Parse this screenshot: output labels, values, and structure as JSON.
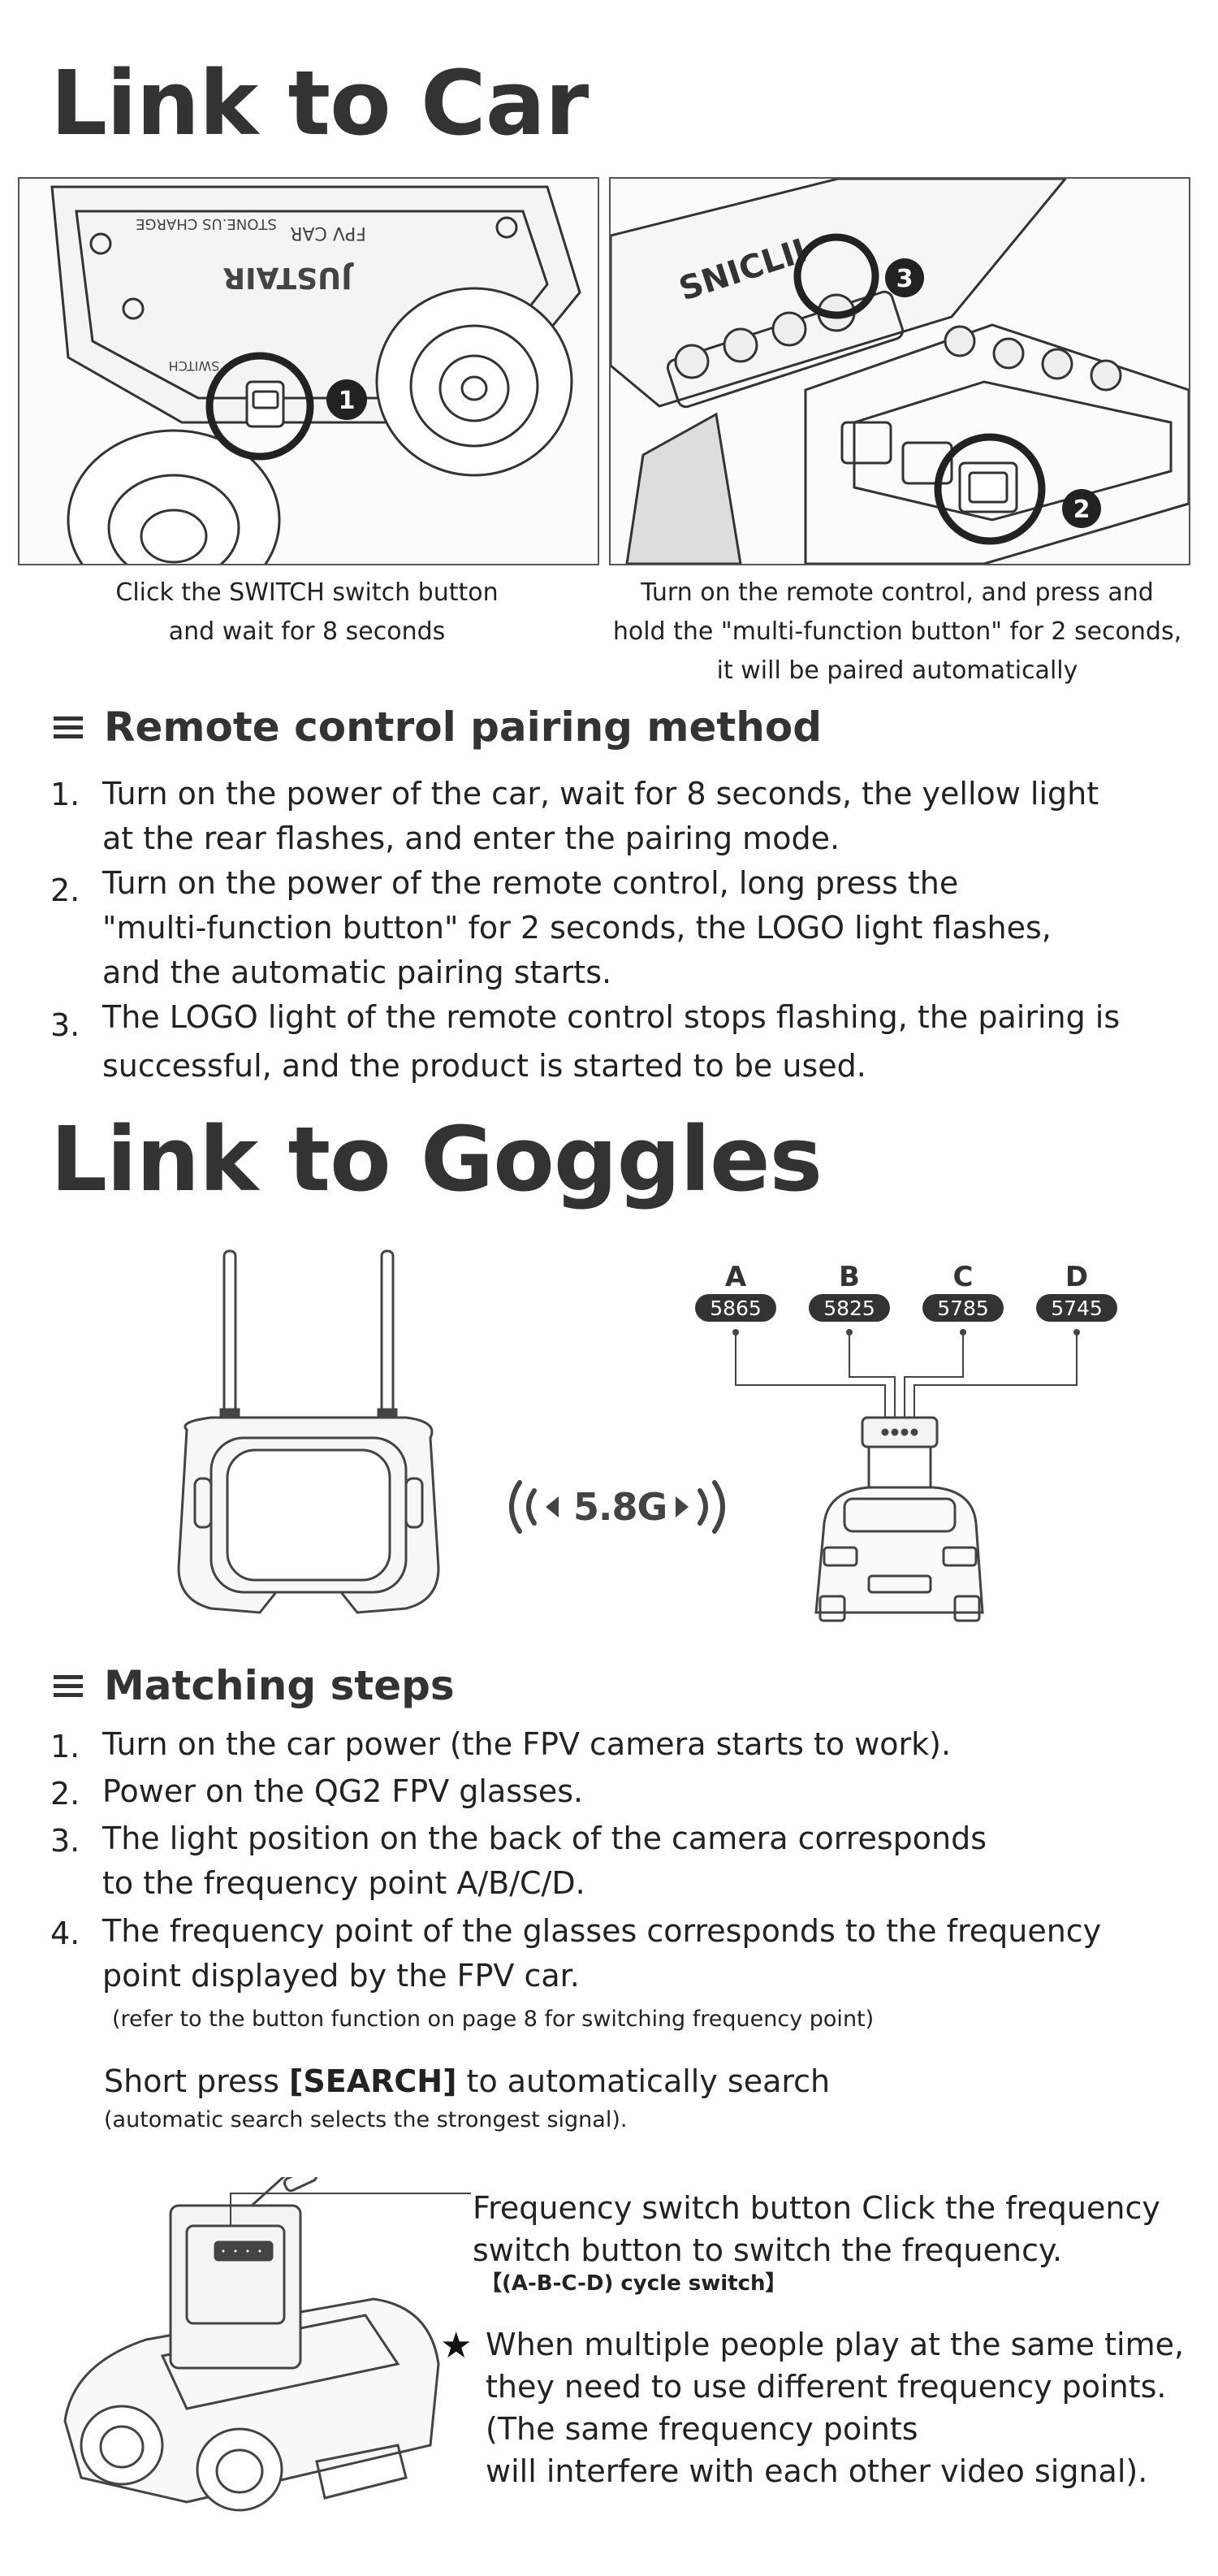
{
  "sections": {
    "link_car": {
      "title": "Link to Car",
      "panel_left": {
        "caption_line1": "Click the SWITCH switch button",
        "caption_line2": "and wait for 8 seconds",
        "brand_text": "JUSTAIR",
        "sub_text": "FPV CAR",
        "site_text": "STONE.US  CHARGE",
        "switch_label": "SWITCH",
        "callout": "1"
      },
      "panel_right": {
        "caption_line1": "Turn on the remote control, and press and",
        "caption_line2": "hold the \"multi-function button\" for 2 seconds,",
        "caption_line3": "it will be paired automatically",
        "brand_text": "SNICLII",
        "callout_3": "3",
        "callout_2": "2"
      }
    },
    "pairing": {
      "heading": "Remote control pairing method",
      "steps": [
        {
          "num": "1.",
          "lines": [
            "Turn on the power of the car, wait for 8 seconds, the yellow light",
            "at the rear flashes, and enter the pairing mode."
          ]
        },
        {
          "num": "2.",
          "lines": [
            "Turn on the power of the remote control, long press the",
            " \"multi-function button\" for 2 seconds, the LOGO light flashes,",
            "and the automatic pairing starts."
          ]
        },
        {
          "num": "3.",
          "lines": [
            "The LOGO light of the remote control stops flashing, the pairing is",
            "successful, and the product is started to be used."
          ]
        }
      ]
    },
    "link_goggles": {
      "title": "Link to Goggles",
      "signal_label": "5.8G",
      "frequencies": [
        {
          "letter": "A",
          "value": "5865"
        },
        {
          "letter": "B",
          "value": "5825"
        },
        {
          "letter": "C",
          "value": "5785"
        },
        {
          "letter": "D",
          "value": "5745"
        }
      ]
    },
    "matching": {
      "heading": "Matching steps",
      "steps": [
        {
          "num": "1.",
          "lines": [
            "Turn on the car power  (the FPV camera starts to work)."
          ]
        },
        {
          "num": "2.",
          "lines": [
            "Power on the QG2 FPV glasses."
          ]
        },
        {
          "num": "3.",
          "lines": [
            "The light position on the back of the camera corresponds",
            "to the frequency point A/B/C/D."
          ]
        },
        {
          "num": "4.",
          "lines": [
            "The frequency point of the glasses corresponds to the frequency",
            "point displayed by the FPV car."
          ]
        }
      ],
      "note_ref": "(refer to the button function on page 8 for switching frequency point)",
      "short_press_prefix": "Short press ",
      "short_press_key": "[SEARCH]",
      "short_press_suffix": " to automatically search",
      "short_press_note": "(automatic search selects the strongest signal).",
      "freq_switch_line1": "Frequency switch button Click the frequency",
      "freq_switch_line2": "switch button to switch the frequency.",
      "freq_switch_cycle": "【(A-B-C-D) cycle switch】",
      "star": "★",
      "warning_lines": [
        "When multiple people play at the same time,",
        "they need to use different frequency points.",
        "(The same frequency points",
        "will interfere with each other video signal)."
      ]
    }
  }
}
